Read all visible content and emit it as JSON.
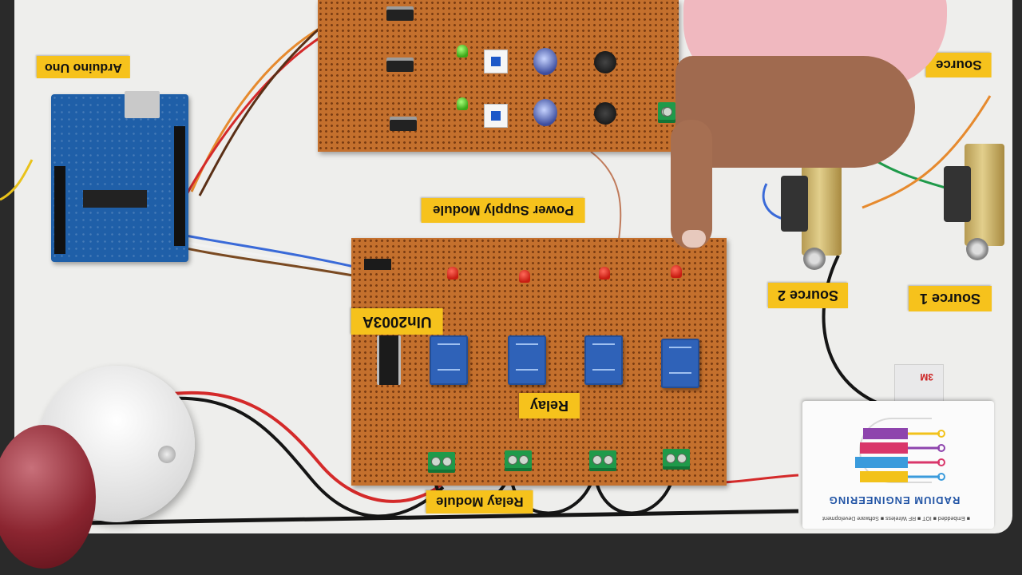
{
  "labels": {
    "arduino": "Arduino Uno",
    "power_supply": "Power Supply Module",
    "uln": "Uln2003A",
    "relay": "Relay",
    "relay_module": "Relay Module",
    "source1": "Source 1",
    "source2": "Source 2",
    "source_top": "Source"
  },
  "logo": {
    "name": "RADIUM ENGINEERING",
    "tagline": "■ Embedded ■ IOT ■ RF Wireless ■ Software Development"
  },
  "tape": "3M",
  "colors": {
    "board": "#eeeeec",
    "perfboard": "#c4702d",
    "label": "#f6c21c",
    "relay": "#2f62b8",
    "terminal": "#1f9a4a"
  }
}
